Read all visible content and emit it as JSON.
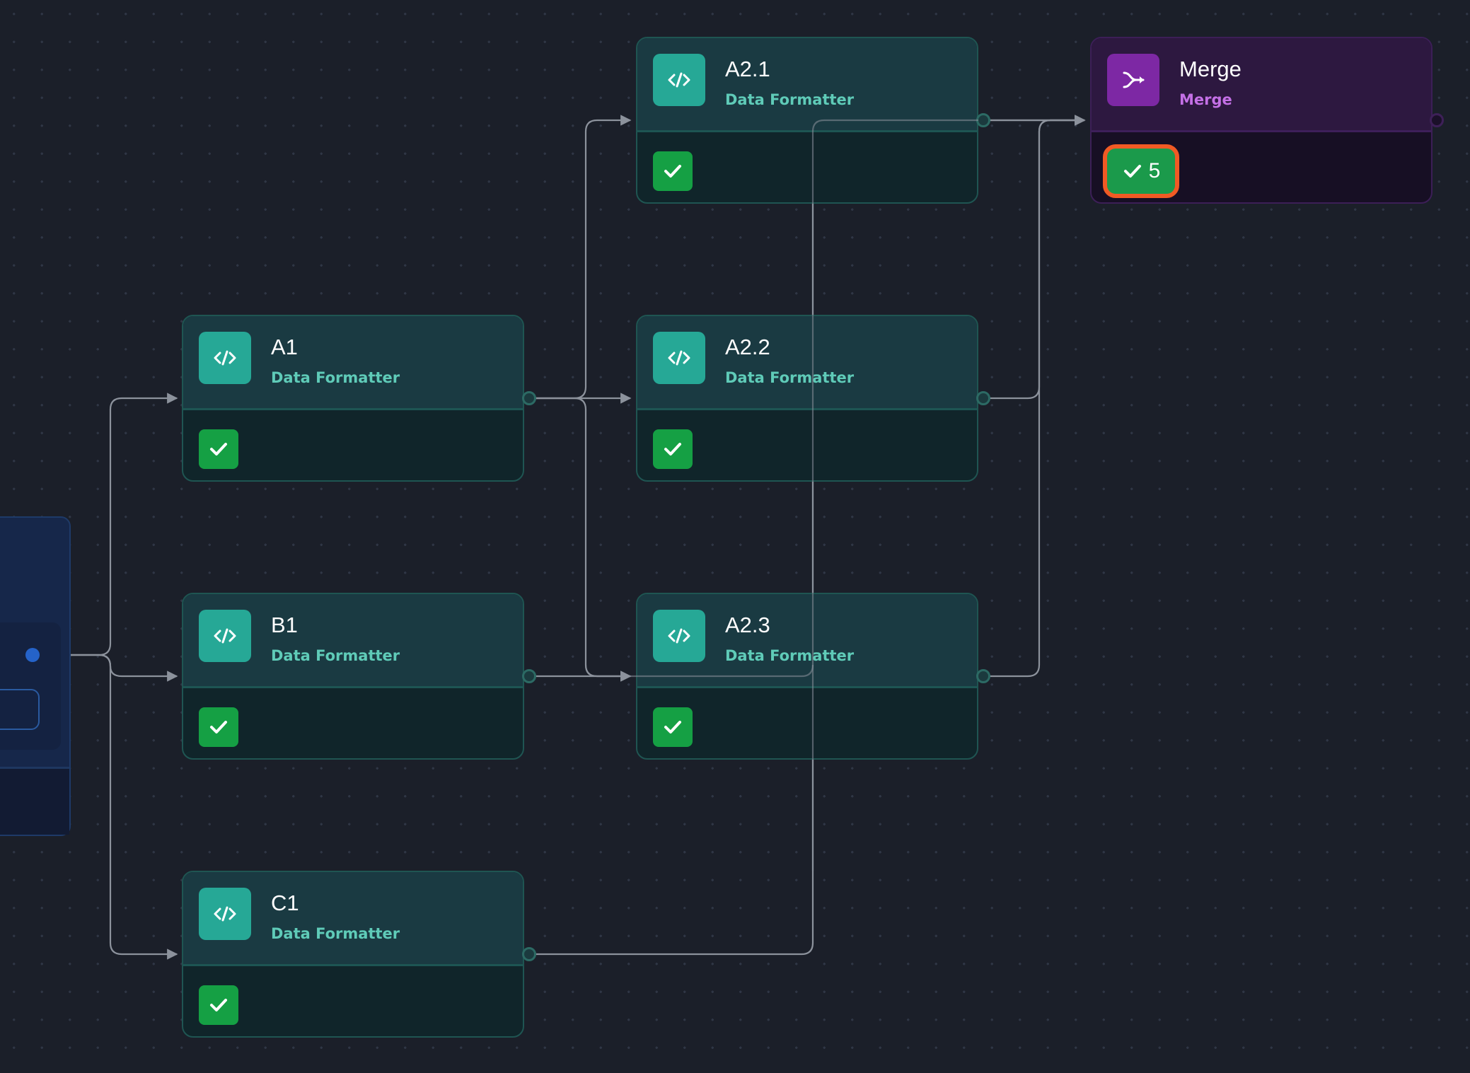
{
  "nodes": {
    "a2_1": {
      "title": "A2.1",
      "subtitle": "Data Formatter"
    },
    "merge": {
      "title": "Merge",
      "subtitle": "Merge",
      "badge_count": "5"
    },
    "a1": {
      "title": "A1",
      "subtitle": "Data Formatter"
    },
    "a2_2": {
      "title": "A2.2",
      "subtitle": "Data Formatter"
    },
    "b1": {
      "title": "B1",
      "subtitle": "Data Formatter"
    },
    "a2_3": {
      "title": "A2.3",
      "subtitle": "Data Formatter"
    },
    "c1": {
      "title": "C1",
      "subtitle": "Data Formatter"
    }
  },
  "icons": {
    "formatter": "code-icon",
    "merge": "merge-arrow-icon",
    "status": "check-icon"
  },
  "colors": {
    "canvas_bg": "#1b1f29",
    "formatter_accent": "#26a896",
    "formatter_subtitle": "#5fcbb8",
    "merge_accent": "#7d28a4",
    "merge_subtitle": "#c470e6",
    "success": "#15a044",
    "highlight": "#f15a24",
    "edge": "#8c929c"
  }
}
